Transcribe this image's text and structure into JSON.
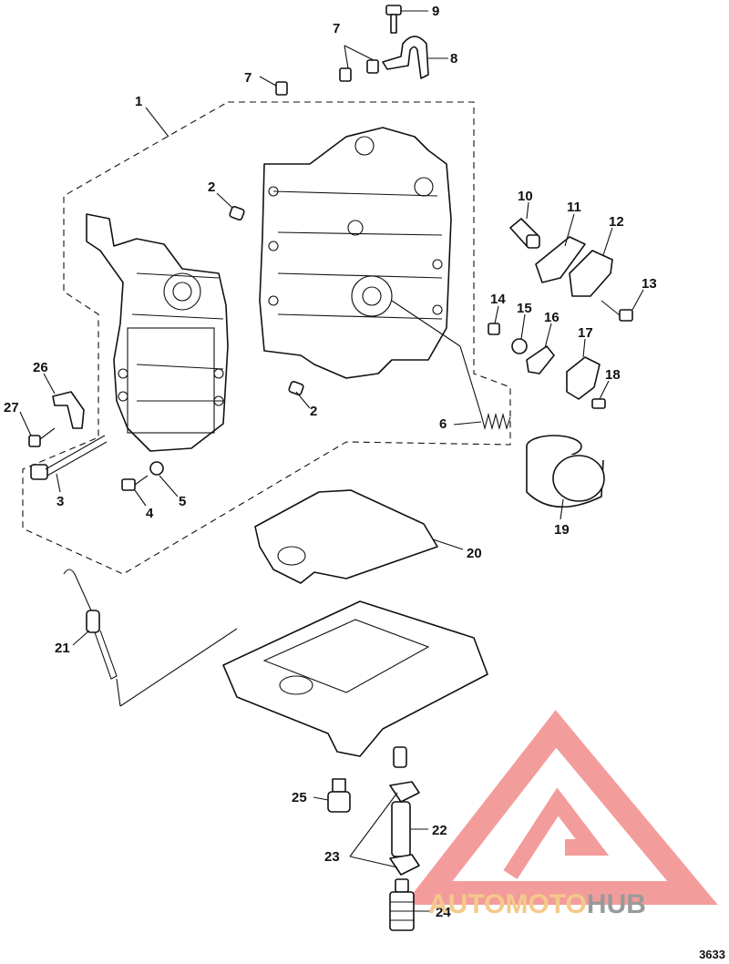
{
  "figure_number": "3633",
  "callouts": [
    {
      "id": "1",
      "label": "1"
    },
    {
      "id": "2a",
      "label": "2"
    },
    {
      "id": "2b",
      "label": "2"
    },
    {
      "id": "3",
      "label": "3"
    },
    {
      "id": "4",
      "label": "4"
    },
    {
      "id": "5",
      "label": "5"
    },
    {
      "id": "6",
      "label": "6"
    },
    {
      "id": "7a",
      "label": "7"
    },
    {
      "id": "7b",
      "label": "7"
    },
    {
      "id": "8",
      "label": "8"
    },
    {
      "id": "9",
      "label": "9"
    },
    {
      "id": "10",
      "label": "10"
    },
    {
      "id": "11",
      "label": "11"
    },
    {
      "id": "12",
      "label": "12"
    },
    {
      "id": "13",
      "label": "13"
    },
    {
      "id": "14",
      "label": "14"
    },
    {
      "id": "15",
      "label": "15"
    },
    {
      "id": "16",
      "label": "16"
    },
    {
      "id": "17",
      "label": "17"
    },
    {
      "id": "18",
      "label": "18"
    },
    {
      "id": "19",
      "label": "19"
    },
    {
      "id": "20",
      "label": "20"
    },
    {
      "id": "21",
      "label": "21"
    },
    {
      "id": "22",
      "label": "22"
    },
    {
      "id": "23",
      "label": "23"
    },
    {
      "id": "24",
      "label": "24"
    },
    {
      "id": "25",
      "label": "25"
    },
    {
      "id": "26",
      "label": "26"
    },
    {
      "id": "27",
      "label": "27"
    }
  ],
  "watermark": {
    "text_part1": "AUTOMOTO",
    "text_part2": "HUB",
    "color_part1": "#f4c98a",
    "color_part2": "#9a9a9a",
    "logo_color": "#f28b8b"
  }
}
